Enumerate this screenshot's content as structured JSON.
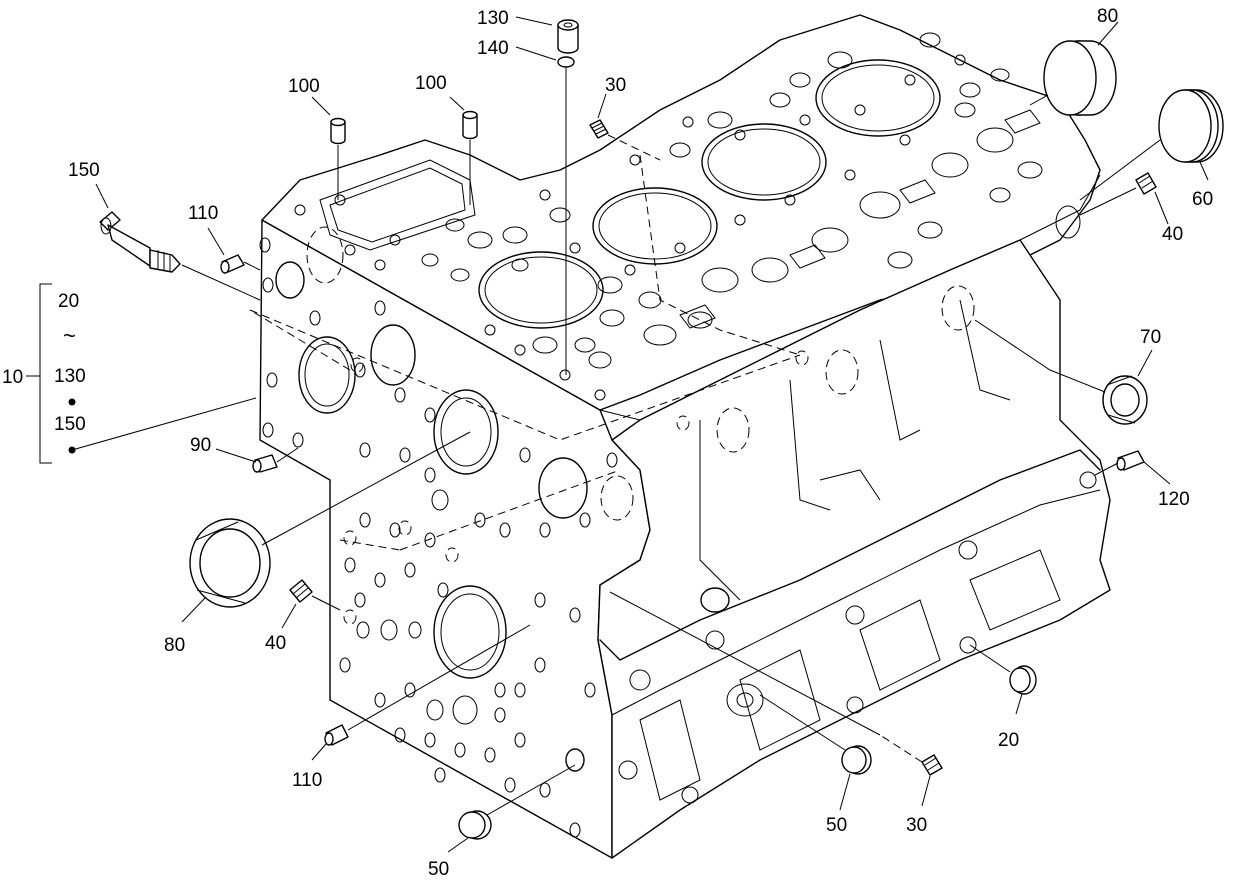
{
  "callouts": {
    "c130": "130",
    "c140": "140",
    "c30_top": "30",
    "c80_top": "80",
    "c100_left": "100",
    "c100_right": "100",
    "c60": "60",
    "c40_right": "40",
    "c150": "150",
    "c110_top": "110",
    "c70": "70",
    "c90": "90",
    "c120": "120",
    "c80_left": "80",
    "c40_left": "40",
    "c20": "20",
    "c110_bottom": "110",
    "c50_mid": "50",
    "c30_bottom": "30",
    "c50_bottom": "50"
  },
  "group_bracket": {
    "label": "10",
    "start": "20",
    "tilde": "~",
    "middle": "130",
    "end": "150"
  }
}
